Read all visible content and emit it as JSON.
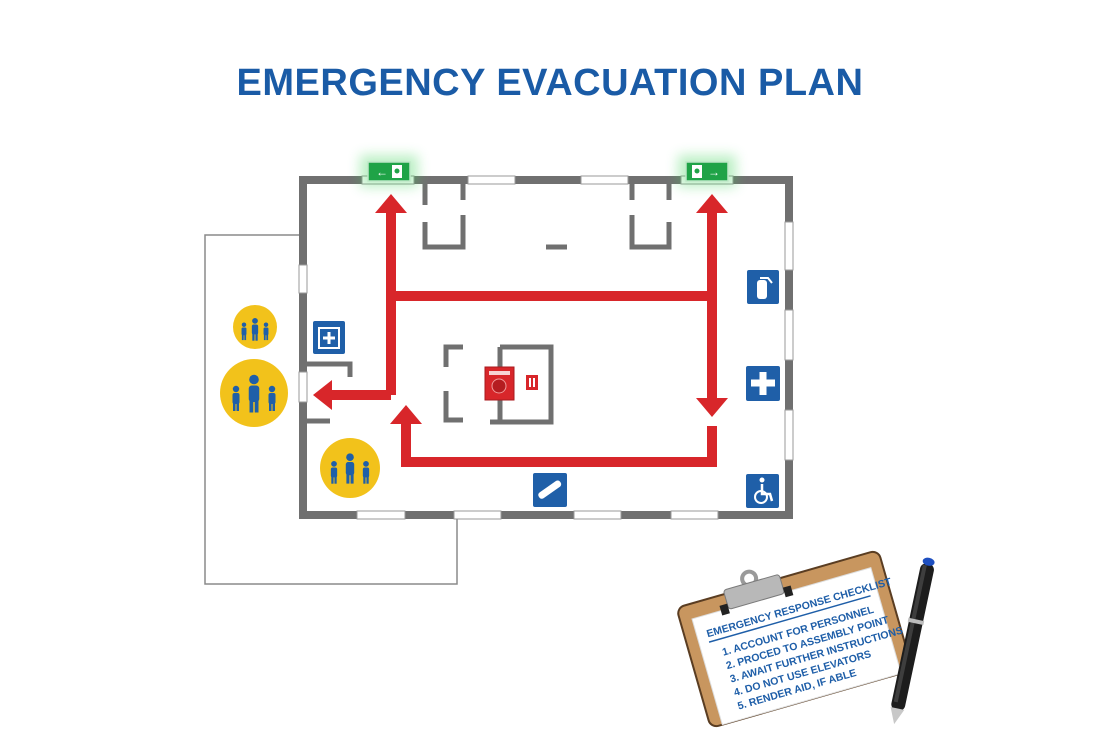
{
  "title": "EMERGENCY EVACUATION PLAN",
  "colors": {
    "title": "#1a5ba6",
    "route": "#d8262a",
    "exit_sign": "#1fa347",
    "safety_sign": "#1f5fa8",
    "assembly_point": "#f2c21b",
    "wall": "#707070",
    "clipboard": "#c8965f"
  },
  "exit_signs": [
    {
      "icon": "exit-left-running-man-icon",
      "direction": "left"
    },
    {
      "icon": "exit-right-running-man-icon",
      "direction": "right"
    }
  ],
  "safety_signs": [
    "first-aid-kit-icon",
    "fire-extinguisher-icon",
    "first-aid-cross-icon",
    "stretcher-icon",
    "wheelchair-icon",
    "fire-alarm-icon",
    "fire-extinguisher-red-icon"
  ],
  "assembly_points": [
    "people-group-icon",
    "people-group-icon",
    "people-group-icon"
  ],
  "checklist": {
    "title": "EMERGENCY RESPONSE CHECKLIST",
    "items": [
      "1. ACCOUNT FOR PERSONNEL",
      "2. PROCED TO ASSEMBLY POINT",
      "3. AWAIT FURTHER INSTRUCTIONS",
      "4. DO NOT USE ELEVATORS",
      "5. RENDER AID, IF ABLE"
    ]
  }
}
